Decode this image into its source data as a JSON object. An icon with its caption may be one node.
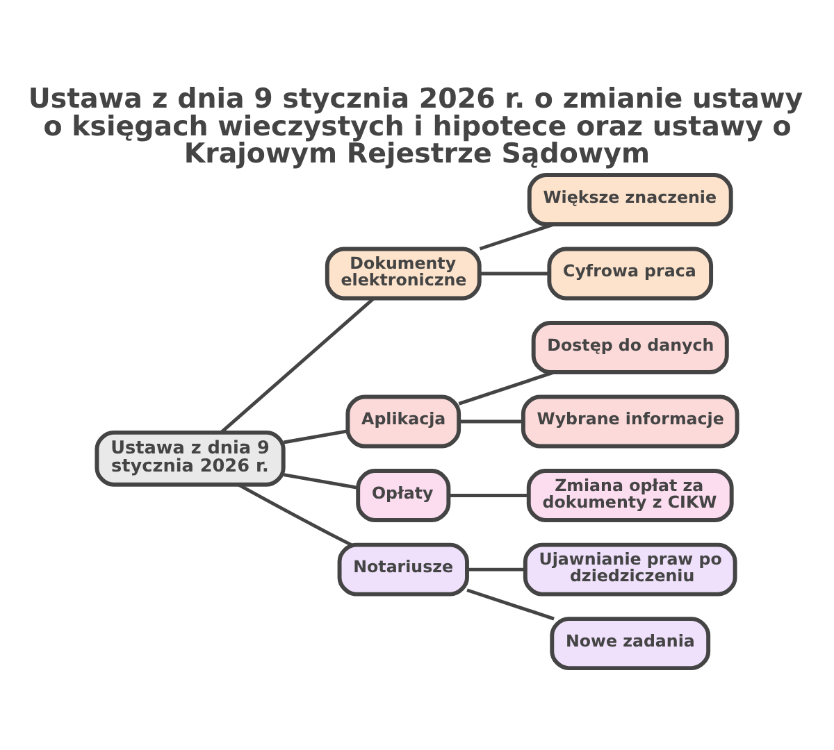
{
  "diagram": {
    "title": "Ustawa z dnia 9 stycznia 2026 r. o zmianie ustawy o księgach wieczystych i hipotece oraz ustawy o Krajowym Rejestrze Sądowym",
    "nodes": [
      {
        "text": [
          "Ustawa z dnia 9 stycznia 2026 r."
        ]
      },
      {
        "text": [
          "Dokumenty elektroniczne"
        ]
      },
      {
        "text": [
          "Większe znaczenie"
        ]
      },
      {
        "text": [
          "Cyfrowa praca"
        ]
      },
      {
        "text": [
          "Aplikacja"
        ]
      },
      {
        "text": [
          "Dostęp do danych"
        ]
      },
      {
        "text": [
          "Wybrane informacje"
        ]
      },
      {
        "text": [
          "Opłaty"
        ]
      },
      {
        "text": [
          "Zmiana opłat za dokumenty z CIKW"
        ]
      },
      {
        "text": [
          "Notariusze"
        ]
      },
      {
        "text": [
          "Ujawnianie praw po dziedziczeniu"
        ]
      },
      {
        "text": [
          "Nowe zadania"
        ]
      }
    ],
    "edges": [
      {
        "from": 0,
        "to": 1,
        "arrow": "none"
      },
      {
        "from": 0,
        "to": 4,
        "arrow": "none"
      },
      {
        "from": 0,
        "to": 7,
        "arrow": "none"
      },
      {
        "from": 0,
        "to": 9,
        "arrow": "none"
      },
      {
        "from": 1,
        "to": 2,
        "arrow": "none"
      },
      {
        "from": 1,
        "to": 3,
        "arrow": "none"
      },
      {
        "from": 4,
        "to": 5,
        "arrow": "none"
      },
      {
        "from": 4,
        "to": 6,
        "arrow": "none"
      },
      {
        "from": 7,
        "to": 8,
        "arrow": "none"
      },
      {
        "from": 9,
        "to": 10,
        "arrow": "none"
      },
      {
        "from": 9,
        "to": 11,
        "arrow": "none"
      }
    ]
  }
}
